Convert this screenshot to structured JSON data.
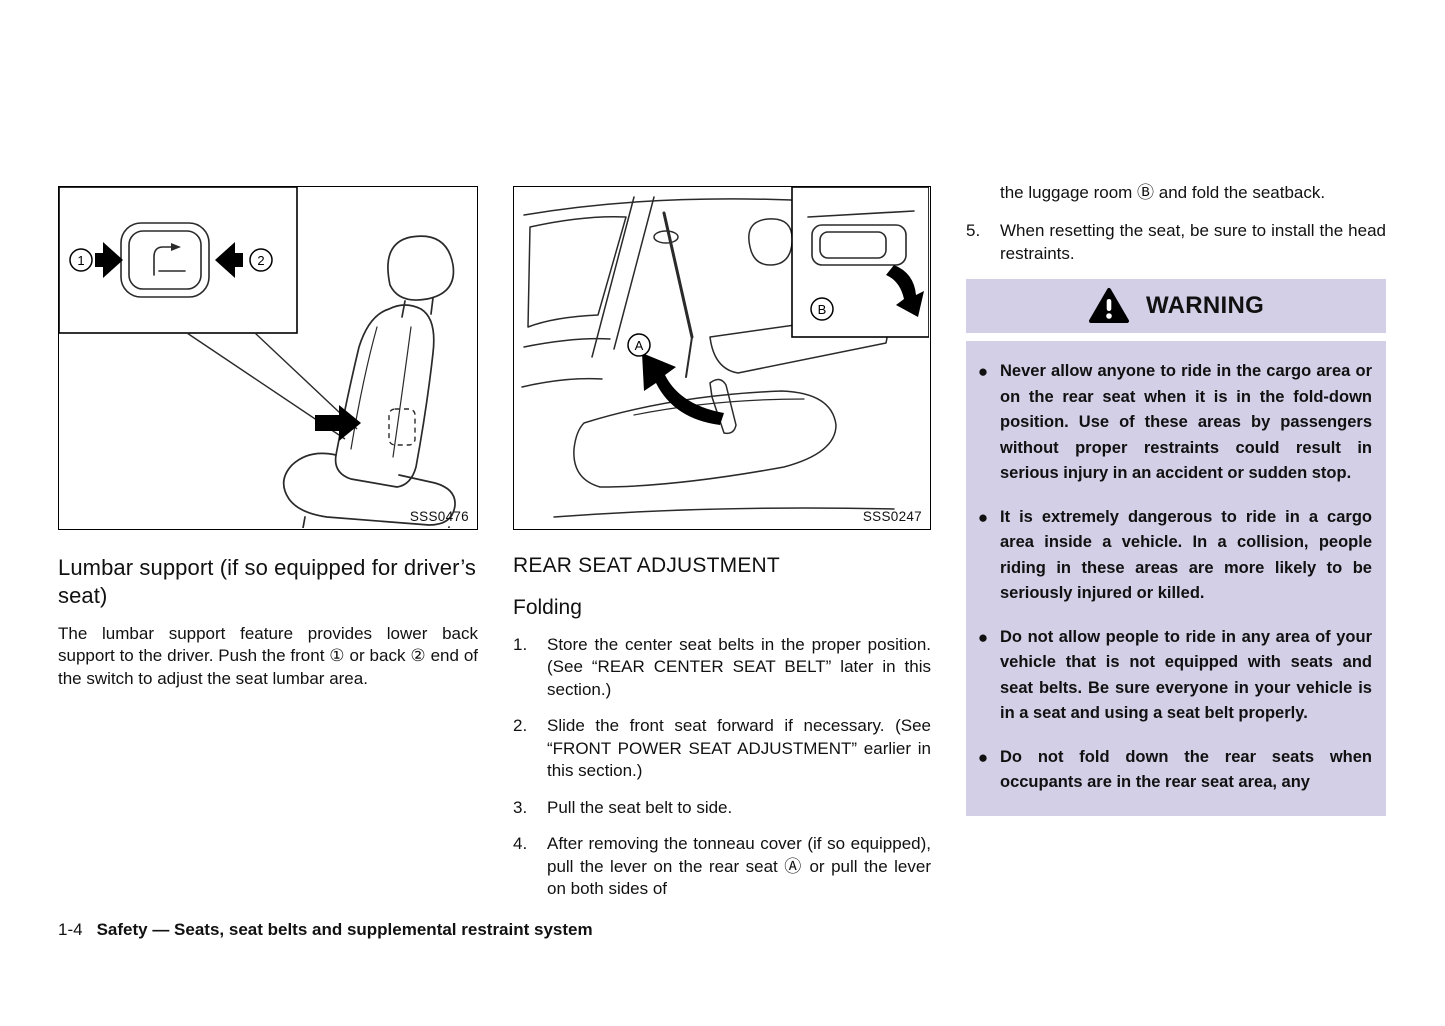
{
  "left_column": {
    "figure_code": "SSS0476",
    "callout_1": "1",
    "callout_2": "2",
    "heading": "Lumbar support (if so equipped for driver’s seat)",
    "body": "The lumbar support feature provides lower back support to the driver. Push the front ① or back ② end of the switch to adjust the seat lumbar area."
  },
  "middle_column": {
    "figure_code": "SSS0247",
    "callout_a": "A",
    "callout_b": "B",
    "heading": "REAR SEAT ADJUSTMENT",
    "subheading": "Folding",
    "steps": [
      {
        "num": "1.",
        "text": "Store the center seat belts in the proper position. (See “REAR CENTER SEAT BELT” later in this section.)"
      },
      {
        "num": "2.",
        "text": "Slide the front seat forward if necessary. (See “FRONT POWER SEAT ADJUSTMENT” earlier in this section.)"
      },
      {
        "num": "3.",
        "text": "Pull the seat belt to side."
      },
      {
        "num": "4.",
        "text": "After removing the tonneau cover (if so equipped), pull the lever on the rear seat Ⓐ or pull the lever on both sides of"
      }
    ]
  },
  "right_column": {
    "continuation": "the luggage room Ⓑ and fold the seatback.",
    "step5": {
      "num": "5.",
      "text": "When resetting the seat, be sure to install the head restraints."
    },
    "warning": {
      "title": "WARNING",
      "bullets": [
        "Never allow anyone to ride in the cargo area or on the rear seat when it is in the fold-down position. Use of these areas by passengers without proper restraints could result in serious injury in an accident or sudden stop.",
        "It is extremely dangerous to ride in a cargo area inside a vehicle. In a collision, people riding in these areas are more likely to be seriously injured or killed.",
        "Do not allow people to ride in any area of your vehicle that is not equipped with seats and seat belts. Be sure everyone in your vehicle is in a seat and using a seat belt properly.",
        "Do not fold down the rear seats when occupants are in the rear seat area, any"
      ]
    }
  },
  "footer": {
    "page_number": "1-4",
    "title": "Safety — Seats, seat belts and supplemental restraint system"
  },
  "colors": {
    "warning_bg": "#d2cfe6",
    "ink": "#111111"
  }
}
